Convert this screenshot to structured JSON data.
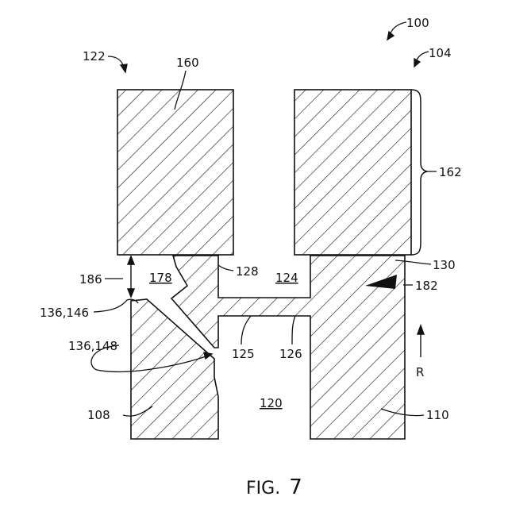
{
  "labels": {
    "l100": "100",
    "l104": "104",
    "l122": "122",
    "l160": "160",
    "l162": "162",
    "l186": "186",
    "l178": "178",
    "l128": "128",
    "l124": "124",
    "l130": "130",
    "l182": "182",
    "l136_146": "136,146",
    "l136_148": "136,148",
    "l125": "125",
    "l126": "126",
    "lR": "R",
    "l108": "108",
    "l120": "120",
    "l110": "110"
  },
  "caption": {
    "fig_label": "FIG.",
    "fig_number": "7"
  }
}
